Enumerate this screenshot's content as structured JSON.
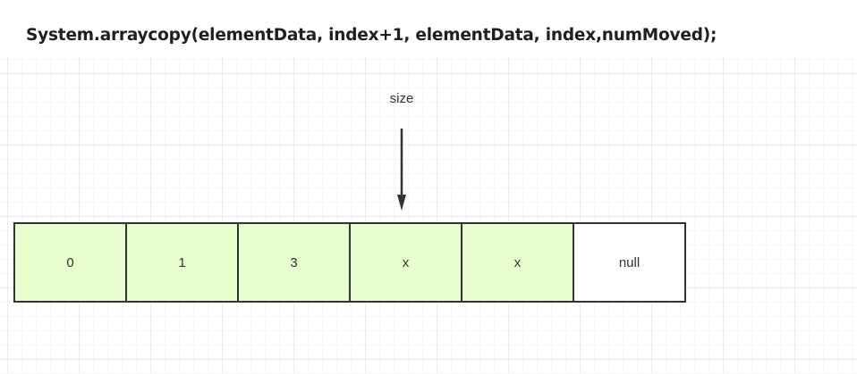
{
  "code_title": "System.arraycopy(elementData, index+1, elementData, index,numMoved);",
  "pointer": {
    "label": "size"
  },
  "array": {
    "cells": [
      {
        "value": "0",
        "filled": true
      },
      {
        "value": "1",
        "filled": true
      },
      {
        "value": "3",
        "filled": true
      },
      {
        "value": "x",
        "filled": true
      },
      {
        "value": "x",
        "filled": true
      },
      {
        "value": "null",
        "filled": false
      }
    ]
  },
  "colors": {
    "filled_cell": "#e6ffcc",
    "empty_cell": "#ffffff",
    "stroke": "#333333"
  }
}
